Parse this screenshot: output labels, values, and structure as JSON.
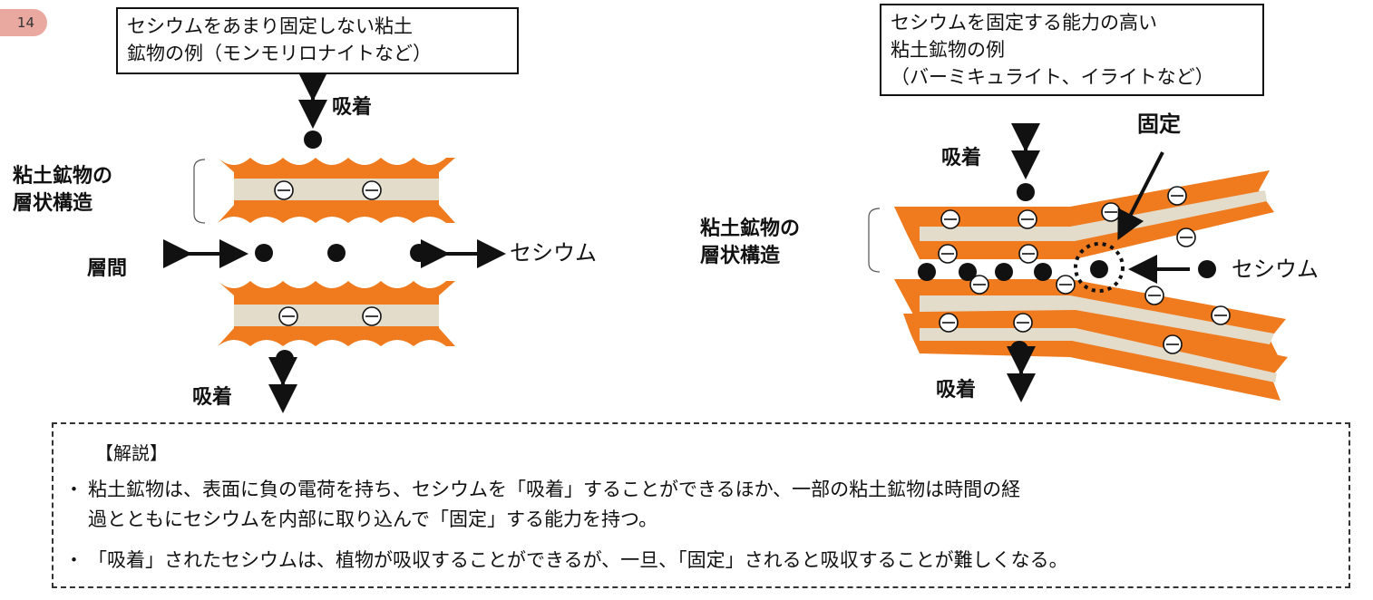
{
  "figure_number": "14",
  "left_panel": {
    "title_lines": [
      "セシウムをあまり固定しない粘土",
      "鉱物の例（モンモリロナイトなど）"
    ],
    "adsorption_top": "吸着",
    "adsorption_bottom": "吸着",
    "layered_structure_lines": [
      "粘土鉱物の",
      "層状構造"
    ],
    "interlayer": "層間",
    "cesium": "セシウム"
  },
  "right_panel": {
    "title_lines": [
      "セシウムを固定する能力の高い",
      "粘土鉱物の例",
      "（バーミキュライト、イライトなど）"
    ],
    "fixation": "固定",
    "adsorption_top": "吸着",
    "adsorption_bottom": "吸着",
    "layered_structure_lines": [
      "粘土鉱物の",
      "層状構造"
    ],
    "cesium": "セシウム"
  },
  "explanation": {
    "heading": "【解説】",
    "bullet": "・",
    "item1_lines": [
      "粘土鉱物は、表面に負の電荷を持ち、セシウムを「吸着」することができるほか、一部の粘土鉱物は時間の経",
      "過とともにセシウムを内部に取り込んで「固定」する能力を持つ。"
    ],
    "item2": "「吸着」されたセシウムは、植物が吸収することができるが、一旦、「固定」されると吸収することが難しくなる。"
  },
  "colors": {
    "clay_layer": "#f07a1e",
    "interlayer_band": "#e3dccb",
    "badge": "#e9a9a0",
    "ink": "#111111"
  }
}
